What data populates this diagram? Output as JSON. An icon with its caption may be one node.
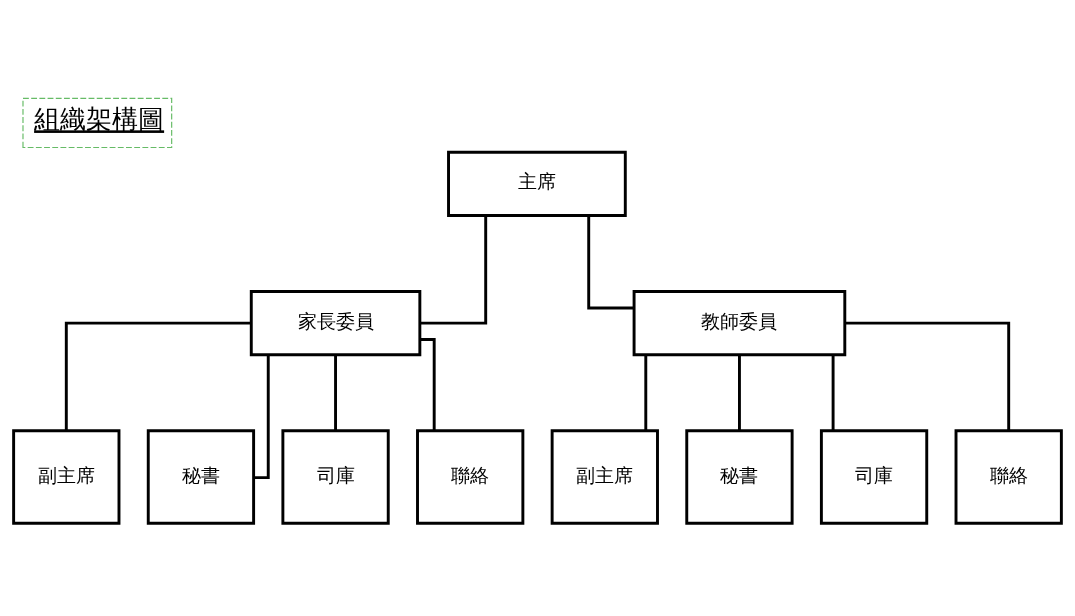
{
  "diagram": {
    "title": "組織架構圖",
    "nodes": [
      {
        "text": [
          "主席"
        ]
      },
      {
        "text": [
          "家長委員"
        ]
      },
      {
        "text": [
          "教師委員"
        ]
      },
      {
        "text": [
          "副主席"
        ]
      },
      {
        "text": [
          "秘書"
        ]
      },
      {
        "text": [
          "司庫"
        ]
      },
      {
        "text": [
          "聯絡"
        ]
      },
      {
        "text": [
          "副主席"
        ]
      },
      {
        "text": [
          "秘書"
        ]
      },
      {
        "text": [
          "司庫"
        ]
      },
      {
        "text": [
          "聯絡"
        ]
      }
    ],
    "edges": [
      {
        "from": 0,
        "to": 1,
        "arrow": "none"
      },
      {
        "from": 0,
        "to": 2,
        "arrow": "none"
      },
      {
        "from": 1,
        "to": 3,
        "arrow": "none"
      },
      {
        "from": 1,
        "to": 4,
        "arrow": "none"
      },
      {
        "from": 1,
        "to": 5,
        "arrow": "none"
      },
      {
        "from": 1,
        "to": 6,
        "arrow": "none"
      },
      {
        "from": 2,
        "to": 7,
        "arrow": "none"
      },
      {
        "from": 2,
        "to": 8,
        "arrow": "none"
      },
      {
        "from": 2,
        "to": 9,
        "arrow": "none"
      },
      {
        "from": 2,
        "to": 10,
        "arrow": "none"
      }
    ]
  }
}
